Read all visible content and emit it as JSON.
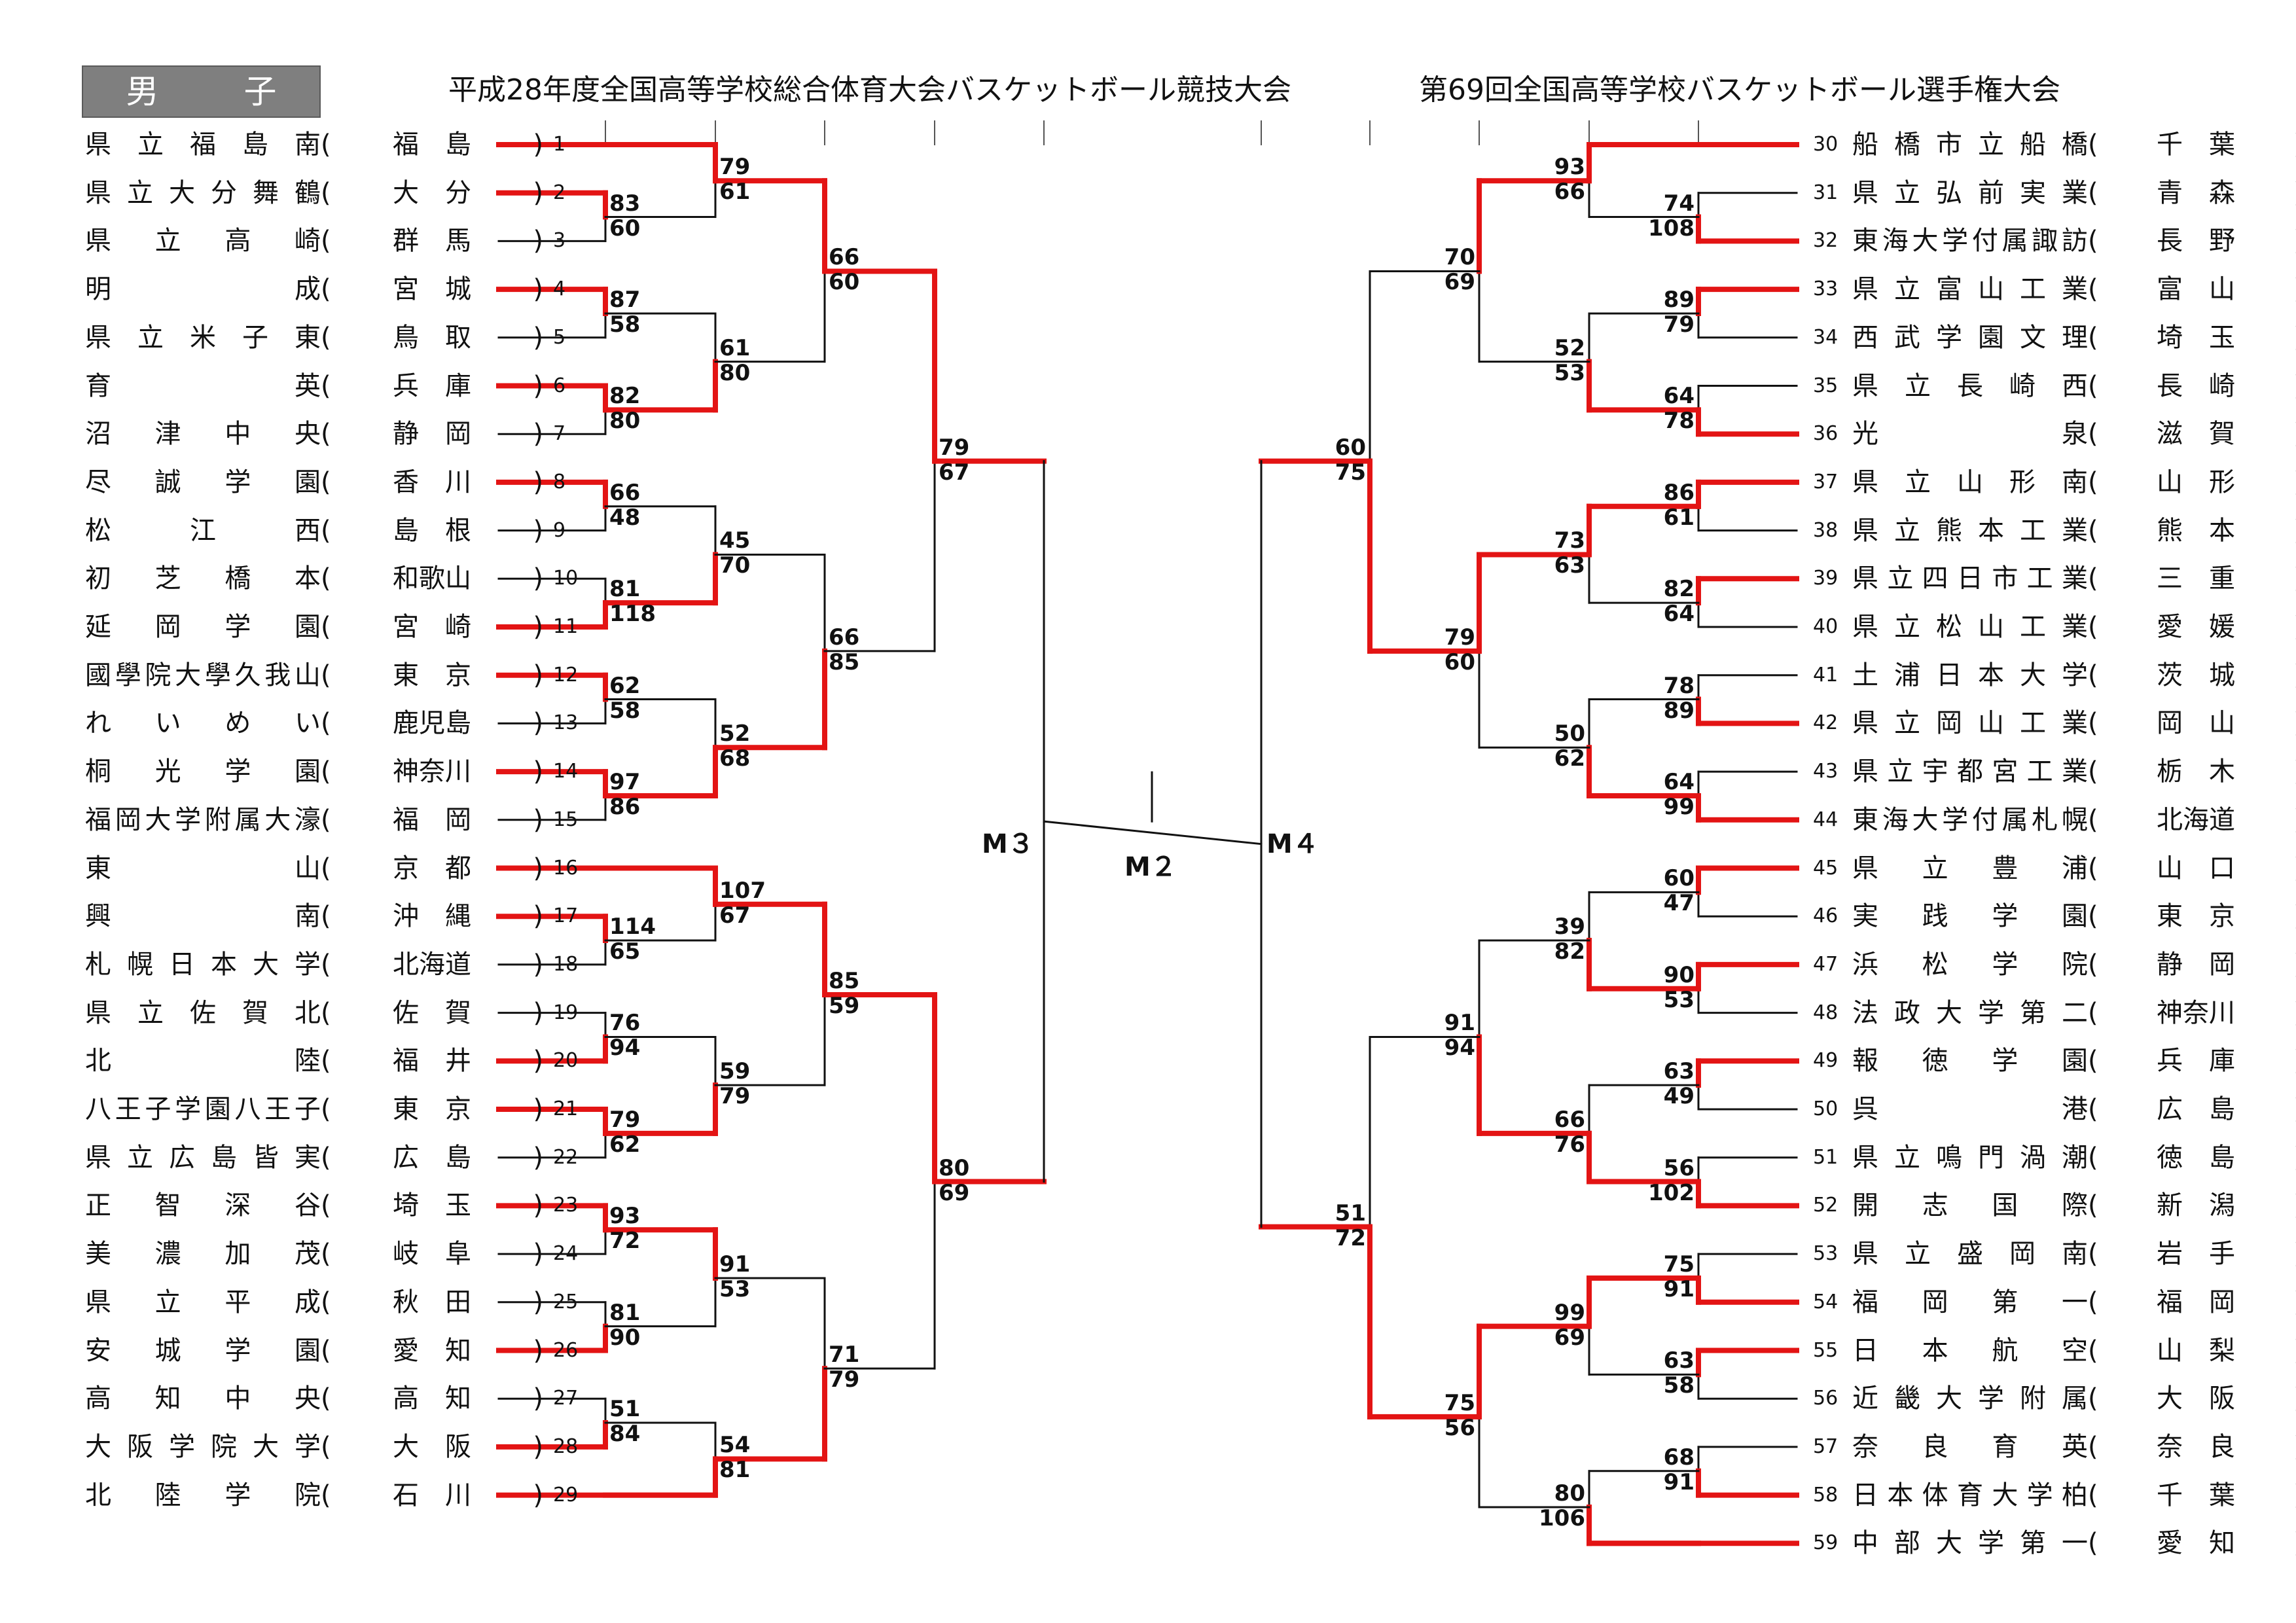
{
  "header": {
    "category": "男　子",
    "left_title": "平成28年度全国高等学校総合体育大会バスケットボール競技大会",
    "right_title": "第69回全国高等学校バスケットボール選手権大会"
  },
  "teams_left": [
    {
      "num": "1",
      "name": "県立福島南",
      "pref": "福　島"
    },
    {
      "num": "2",
      "name": "県立大分舞鶴",
      "pref": "大　分"
    },
    {
      "num": "3",
      "name": "県立高崎",
      "pref": "群　馬"
    },
    {
      "num": "4",
      "name": "明成",
      "pref": "宮　城"
    },
    {
      "num": "5",
      "name": "県立米子東",
      "pref": "鳥　取"
    },
    {
      "num": "6",
      "name": "育英",
      "pref": "兵　庫"
    },
    {
      "num": "7",
      "name": "沼津中央",
      "pref": "静　岡"
    },
    {
      "num": "8",
      "name": "尽誠学園",
      "pref": "香　川"
    },
    {
      "num": "9",
      "name": "松江西",
      "pref": "島　根"
    },
    {
      "num": "10",
      "name": "初芝橋本",
      "pref": "和歌山"
    },
    {
      "num": "11",
      "name": "延岡学園",
      "pref": "宮　崎"
    },
    {
      "num": "12",
      "name": "國學院大學久我山",
      "pref": "東　京"
    },
    {
      "num": "13",
      "name": "れいめい",
      "pref": "鹿児島"
    },
    {
      "num": "14",
      "name": "桐光学園",
      "pref": "神奈川"
    },
    {
      "num": "15",
      "name": "福岡大学附属大濠",
      "pref": "福　岡"
    },
    {
      "num": "16",
      "name": "東山",
      "pref": "京　都"
    },
    {
      "num": "17",
      "name": "興南",
      "pref": "沖　縄"
    },
    {
      "num": "18",
      "name": "札幌日本大学",
      "pref": "北海道"
    },
    {
      "num": "19",
      "name": "県立佐賀北",
      "pref": "佐　賀"
    },
    {
      "num": "20",
      "name": "北陸",
      "pref": "福　井"
    },
    {
      "num": "21",
      "name": "八王子学園八王子",
      "pref": "東　京"
    },
    {
      "num": "22",
      "name": "県立広島皆実",
      "pref": "広　島"
    },
    {
      "num": "23",
      "name": "正智深谷",
      "pref": "埼　玉"
    },
    {
      "num": "24",
      "name": "美濃加茂",
      "pref": "岐　阜"
    },
    {
      "num": "25",
      "name": "県立平成",
      "pref": "秋　田"
    },
    {
      "num": "26",
      "name": "安城学園",
      "pref": "愛　知"
    },
    {
      "num": "27",
      "name": "高知中央",
      "pref": "高　知"
    },
    {
      "num": "28",
      "name": "大阪学院大学",
      "pref": "大　阪"
    },
    {
      "num": "29",
      "name": "北陸学院",
      "pref": "石　川"
    }
  ],
  "teams_right": [
    {
      "num": "30",
      "name": "船橋市立船橋",
      "pref": "千　葉"
    },
    {
      "num": "31",
      "name": "県立弘前実業",
      "pref": "青　森"
    },
    {
      "num": "32",
      "name": "東海大学付属諏訪",
      "pref": "長　野"
    },
    {
      "num": "33",
      "name": "県立富山工業",
      "pref": "富　山"
    },
    {
      "num": "34",
      "name": "西武学園文理",
      "pref": "埼　玉"
    },
    {
      "num": "35",
      "name": "県立長崎西",
      "pref": "長　崎"
    },
    {
      "num": "36",
      "name": "光泉",
      "pref": "滋　賀"
    },
    {
      "num": "37",
      "name": "県立山形南",
      "pref": "山　形"
    },
    {
      "num": "38",
      "name": "県立熊本工業",
      "pref": "熊　本"
    },
    {
      "num": "39",
      "name": "県立四日市工業",
      "pref": "三　重"
    },
    {
      "num": "40",
      "name": "県立松山工業",
      "pref": "愛　媛"
    },
    {
      "num": "41",
      "name": "土浦日本大学",
      "pref": "茨　城"
    },
    {
      "num": "42",
      "name": "県立岡山工業",
      "pref": "岡　山"
    },
    {
      "num": "43",
      "name": "県立宇都宮工業",
      "pref": "栃　木"
    },
    {
      "num": "44",
      "name": "東海大学付属札幌",
      "pref": "北海道"
    },
    {
      "num": "45",
      "name": "県立豊浦",
      "pref": "山　口"
    },
    {
      "num": "46",
      "name": "実践学園",
      "pref": "東　京"
    },
    {
      "num": "47",
      "name": "浜松学院",
      "pref": "静　岡"
    },
    {
      "num": "48",
      "name": "法政大学第二",
      "pref": "神奈川"
    },
    {
      "num": "49",
      "name": "報徳学園",
      "pref": "兵　庫"
    },
    {
      "num": "50",
      "name": "呉港",
      "pref": "広　島"
    },
    {
      "num": "51",
      "name": "県立鳴門渦潮",
      "pref": "徳　島"
    },
    {
      "num": "52",
      "name": "開志国際",
      "pref": "新　潟"
    },
    {
      "num": "53",
      "name": "県立盛岡南",
      "pref": "岩　手"
    },
    {
      "num": "54",
      "name": "福岡第一",
      "pref": "福　岡"
    },
    {
      "num": "55",
      "name": "日本航空",
      "pref": "山　梨"
    },
    {
      "num": "56",
      "name": "近畿大学附属",
      "pref": "大　阪"
    },
    {
      "num": "57",
      "name": "奈良育英",
      "pref": "奈　良"
    },
    {
      "num": "58",
      "name": "日本体育大学柏",
      "pref": "千　葉"
    },
    {
      "num": "59",
      "name": "中部大学第一",
      "pref": "愛　知"
    }
  ],
  "matches": [
    {
      "id": "L1",
      "a": "83",
      "b": "60",
      "winner": "a"
    },
    {
      "id": "L2",
      "a": "87",
      "b": "58",
      "winner": "a"
    },
    {
      "id": "L3",
      "a": "82",
      "b": "80",
      "winner": "a"
    },
    {
      "id": "L4",
      "a": "66",
      "b": "48",
      "winner": "a"
    },
    {
      "id": "L5",
      "a": "81",
      "b": "118",
      "winner": "b"
    },
    {
      "id": "L6",
      "a": "62",
      "b": "58",
      "winner": "a"
    },
    {
      "id": "L7",
      "a": "97",
      "b": "86",
      "winner": "a"
    },
    {
      "id": "L8",
      "a": "114",
      "b": "65",
      "winner": "a"
    },
    {
      "id": "L9",
      "a": "76",
      "b": "94",
      "winner": "b"
    },
    {
      "id": "L10",
      "a": "79",
      "b": "62",
      "winner": "a"
    },
    {
      "id": "L11",
      "a": "93",
      "b": "72",
      "winner": "a"
    },
    {
      "id": "L12",
      "a": "81",
      "b": "90",
      "winner": "b"
    },
    {
      "id": "L13",
      "a": "51",
      "b": "84",
      "winner": "b"
    },
    {
      "id": "L14",
      "a": "79",
      "b": "61",
      "winner": "a"
    },
    {
      "id": "L15",
      "a": "61",
      "b": "80",
      "winner": "b"
    },
    {
      "id": "L16",
      "a": "45",
      "b": "70",
      "winner": "b"
    },
    {
      "id": "L17",
      "a": "52",
      "b": "68",
      "winner": "b"
    },
    {
      "id": "L18",
      "a": "107",
      "b": "67",
      "winner": "a"
    },
    {
      "id": "L19",
      "a": "59",
      "b": "79",
      "winner": "b"
    },
    {
      "id": "L20",
      "a": "91",
      "b": "53",
      "winner": "a"
    },
    {
      "id": "L21",
      "a": "54",
      "b": "81",
      "winner": "b"
    },
    {
      "id": "L22",
      "a": "66",
      "b": "60",
      "winner": "a"
    },
    {
      "id": "L23",
      "a": "66",
      "b": "85",
      "winner": "b"
    },
    {
      "id": "L24",
      "a": "85",
      "b": "59",
      "winner": "a"
    },
    {
      "id": "L25",
      "a": "71",
      "b": "79",
      "winner": "b"
    },
    {
      "id": "L26",
      "a": "79",
      "b": "67",
      "winner": "a"
    },
    {
      "id": "L27",
      "a": "80",
      "b": "69",
      "winner": "a"
    },
    {
      "id": "R1",
      "a": "74",
      "b": "108",
      "winner": "b"
    },
    {
      "id": "R2",
      "a": "89",
      "b": "79",
      "winner": "a"
    },
    {
      "id": "R3",
      "a": "64",
      "b": "78",
      "winner": "b"
    },
    {
      "id": "R4",
      "a": "86",
      "b": "61",
      "winner": "a"
    },
    {
      "id": "R5",
      "a": "82",
      "b": "64",
      "winner": "a"
    },
    {
      "id": "R6",
      "a": "78",
      "b": "89",
      "winner": "b"
    },
    {
      "id": "R7",
      "a": "64",
      "b": "99",
      "winner": "b"
    },
    {
      "id": "R8",
      "a": "60",
      "b": "47",
      "winner": "a"
    },
    {
      "id": "R9",
      "a": "90",
      "b": "53",
      "winner": "a"
    },
    {
      "id": "R10",
      "a": "63",
      "b": "49",
      "winner": "a"
    },
    {
      "id": "R11",
      "a": "56",
      "b": "102",
      "winner": "b"
    },
    {
      "id": "R12",
      "a": "75",
      "b": "91",
      "winner": "b"
    },
    {
      "id": "R13",
      "a": "63",
      "b": "58",
      "winner": "a"
    },
    {
      "id": "R14",
      "a": "68",
      "b": "91",
      "winner": "b"
    },
    {
      "id": "R15",
      "a": "93",
      "b": "66",
      "winner": "a"
    },
    {
      "id": "R16",
      "a": "52",
      "b": "53",
      "winner": "b"
    },
    {
      "id": "R17",
      "a": "73",
      "b": "63",
      "winner": "a"
    },
    {
      "id": "R18",
      "a": "50",
      "b": "62",
      "winner": "b"
    },
    {
      "id": "R19",
      "a": "39",
      "b": "82",
      "winner": "b"
    },
    {
      "id": "R20",
      "a": "66",
      "b": "76",
      "winner": "b"
    },
    {
      "id": "R21",
      "a": "99",
      "b": "69",
      "winner": "a"
    },
    {
      "id": "R22",
      "a": "80",
      "b": "106",
      "winner": "b"
    },
    {
      "id": "R23",
      "a": "70",
      "b": "69",
      "winner": "a"
    },
    {
      "id": "R24",
      "a": "79",
      "b": "60",
      "winner": "a"
    },
    {
      "id": "R25",
      "a": "91",
      "b": "94",
      "winner": "b"
    },
    {
      "id": "R26",
      "a": "75",
      "b": "56",
      "winner": "a"
    },
    {
      "id": "R27",
      "a": "60",
      "b": "75",
      "winner": "b"
    },
    {
      "id": "R28",
      "a": "51",
      "b": "72",
      "winner": "b"
    }
  ],
  "final_labels": {
    "m3": "M３",
    "m2": "M２",
    "m4": "M４"
  },
  "colors": {
    "winner_line": "#e31414",
    "loser_line": "#111111"
  }
}
